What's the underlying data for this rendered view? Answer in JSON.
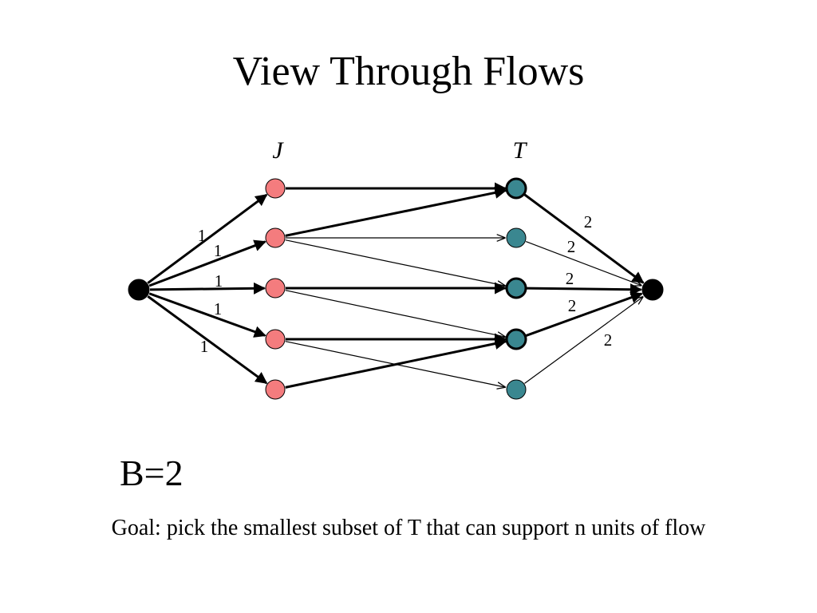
{
  "slide": {
    "title": "View Through Flows",
    "budget": "B=2",
    "goal": "Goal: pick the smallest subset of T that can support n units of flow"
  },
  "diagram": {
    "column_labels": {
      "left": "J",
      "right": "T"
    },
    "colors": {
      "source_sink": "#000000",
      "j_node": "#f47c7e",
      "t_node": "#3a8790",
      "edge": "#000000"
    },
    "nodes": [
      {
        "id": "s",
        "group": "source"
      },
      {
        "id": "j1",
        "group": "J"
      },
      {
        "id": "j2",
        "group": "J"
      },
      {
        "id": "j3",
        "group": "J"
      },
      {
        "id": "j4",
        "group": "J"
      },
      {
        "id": "j5",
        "group": "J"
      },
      {
        "id": "t1",
        "group": "T",
        "selected": true
      },
      {
        "id": "t2",
        "group": "T",
        "selected": false
      },
      {
        "id": "t3",
        "group": "T",
        "selected": true
      },
      {
        "id": "t4",
        "group": "T",
        "selected": true
      },
      {
        "id": "t5",
        "group": "T",
        "selected": false
      },
      {
        "id": "k",
        "group": "sink"
      }
    ],
    "edges": [
      {
        "from": "s",
        "to": "j1",
        "flow": true
      },
      {
        "from": "s",
        "to": "j2",
        "flow": true
      },
      {
        "from": "s",
        "to": "j3",
        "flow": true
      },
      {
        "from": "s",
        "to": "j4",
        "flow": true
      },
      {
        "from": "s",
        "to": "j5",
        "flow": true
      },
      {
        "from": "j1",
        "to": "t1",
        "flow": true
      },
      {
        "from": "j2",
        "to": "t1",
        "flow": true
      },
      {
        "from": "j2",
        "to": "t2",
        "flow": false
      },
      {
        "from": "j2",
        "to": "t3",
        "flow": false
      },
      {
        "from": "j3",
        "to": "t3",
        "flow": true
      },
      {
        "from": "j3",
        "to": "t4",
        "flow": false
      },
      {
        "from": "j4",
        "to": "t4",
        "flow": true
      },
      {
        "from": "j4",
        "to": "t5",
        "flow": false
      },
      {
        "from": "j5",
        "to": "t4",
        "flow": true
      },
      {
        "from": "t1",
        "to": "k",
        "flow": true
      },
      {
        "from": "t2",
        "to": "k",
        "flow": false
      },
      {
        "from": "t3",
        "to": "k",
        "flow": true
      },
      {
        "from": "t4",
        "to": "k",
        "flow": true
      },
      {
        "from": "t5",
        "to": "k",
        "flow": false
      }
    ],
    "source_edge_labels": [
      "1",
      "1",
      "1",
      "1",
      "1"
    ],
    "sink_edge_labels": [
      "2",
      "2",
      "2",
      "2",
      "2"
    ]
  }
}
